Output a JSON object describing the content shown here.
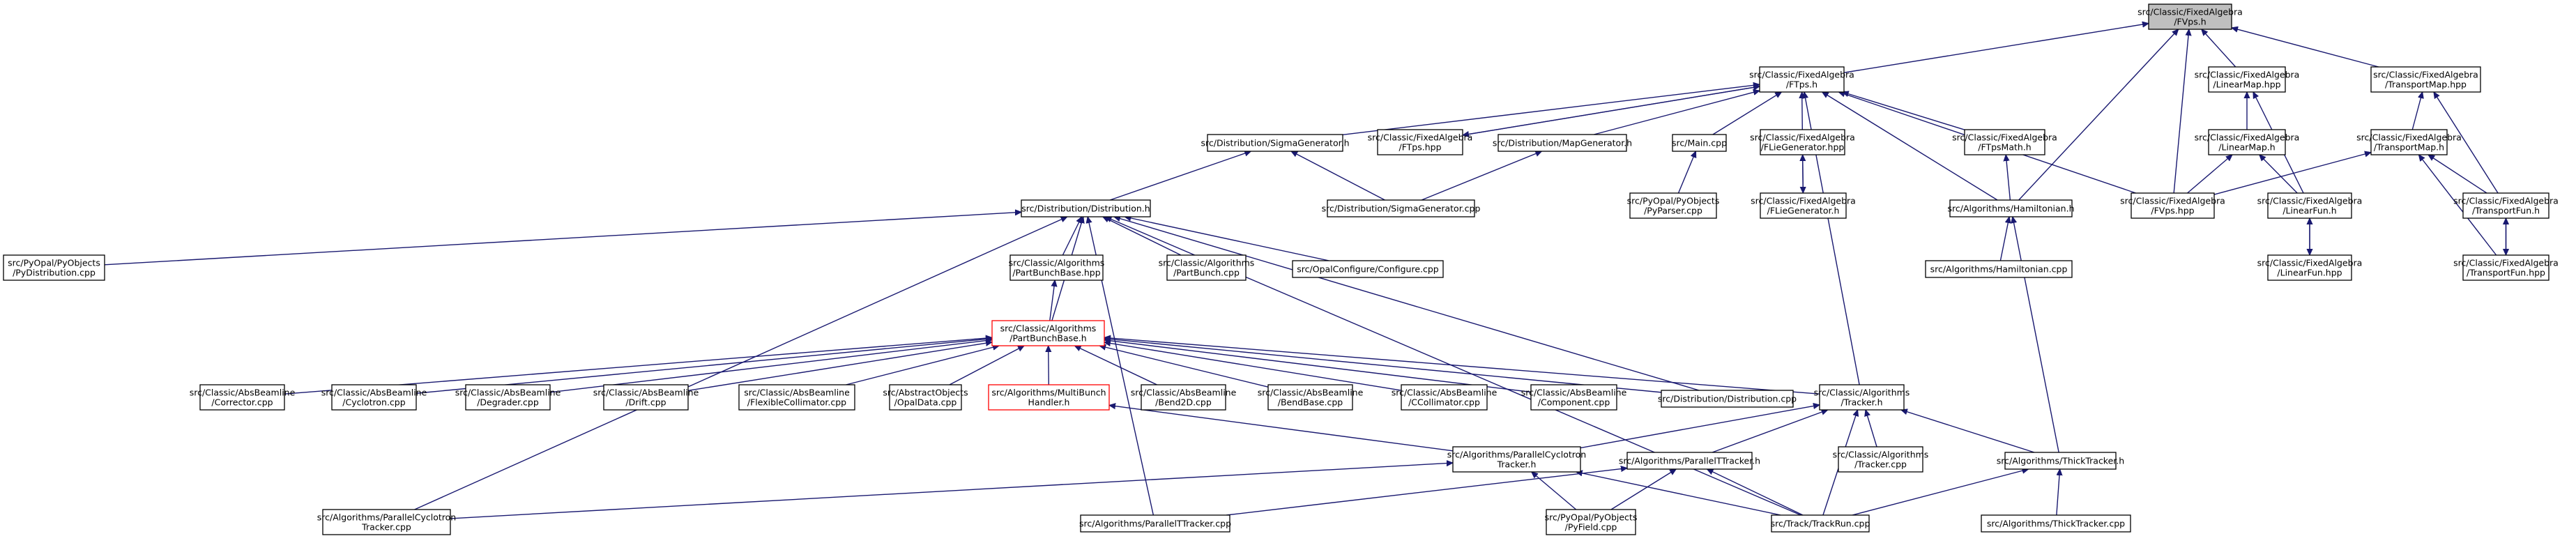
{
  "graph": {
    "nodes": [
      {
        "id": "fvps_h",
        "lines": [
          "src/Classic/FixedAlgebra",
          "/FVps.h"
        ],
        "root": true
      },
      {
        "id": "ftps_h",
        "lines": [
          "src/Classic/FixedAlgebra",
          "/FTps.h"
        ]
      },
      {
        "id": "linearmap_hpp",
        "lines": [
          "src/Classic/FixedAlgebra",
          "/LinearMap.hpp"
        ]
      },
      {
        "id": "transportmap_hpp",
        "lines": [
          "src/Classic/FixedAlgebra",
          "/TransportMap.hpp"
        ]
      },
      {
        "id": "sigmagen_h",
        "lines": [
          "src/Distribution/SigmaGenerator.h"
        ]
      },
      {
        "id": "ftps_hpp",
        "lines": [
          "src/Classic/FixedAlgebra",
          "/FTps.hpp"
        ]
      },
      {
        "id": "mapgen_h",
        "lines": [
          "src/Distribution/MapGenerator.h"
        ]
      },
      {
        "id": "main_cpp",
        "lines": [
          "src/Main.cpp"
        ]
      },
      {
        "id": "fliegen_hpp",
        "lines": [
          "src/Classic/FixedAlgebra",
          "/FLieGenerator.hpp"
        ]
      },
      {
        "id": "ftpsmath_h",
        "lines": [
          "src/Classic/FixedAlgebra",
          "/FTpsMath.h"
        ]
      },
      {
        "id": "linearmap_h",
        "lines": [
          "src/Classic/FixedAlgebra",
          "/LinearMap.h"
        ]
      },
      {
        "id": "transportmap_h",
        "lines": [
          "src/Classic/FixedAlgebra",
          "/TransportMap.h"
        ]
      },
      {
        "id": "distribution_h",
        "lines": [
          "src/Distribution/Distribution.h"
        ]
      },
      {
        "id": "sigmagen_cpp",
        "lines": [
          "src/Distribution/SigmaGenerator.cpp"
        ]
      },
      {
        "id": "pyparser_cpp",
        "lines": [
          "src/PyOpal/PyObjects",
          "/PyParser.cpp"
        ]
      },
      {
        "id": "fliegen_h",
        "lines": [
          "src/Classic/FixedAlgebra",
          "/FLieGenerator.h"
        ]
      },
      {
        "id": "hamiltonian_h",
        "lines": [
          "src/Algorithms/Hamiltonian.h"
        ]
      },
      {
        "id": "fvps_hpp",
        "lines": [
          "src/Classic/FixedAlgebra",
          "/FVps.hpp"
        ]
      },
      {
        "id": "linearfun_h",
        "lines": [
          "src/Classic/FixedAlgebra",
          "/LinearFun.h"
        ]
      },
      {
        "id": "transportfun_h",
        "lines": [
          "src/Classic/FixedAlgebra",
          "/TransportFun.h"
        ]
      },
      {
        "id": "pydistribution_cpp",
        "lines": [
          "src/PyOpal/PyObjects",
          "/PyDistribution.cpp"
        ]
      },
      {
        "id": "partbunchbase_hpp",
        "lines": [
          "src/Classic/Algorithms",
          "/PartBunchBase.hpp"
        ]
      },
      {
        "id": "partbunch_cpp",
        "lines": [
          "src/Classic/Algorithms",
          "/PartBunch.cpp"
        ]
      },
      {
        "id": "configure_cpp",
        "lines": [
          "src/OpalConfigure/Configure.cpp"
        ]
      },
      {
        "id": "hamiltonian_cpp",
        "lines": [
          "src/Algorithms/Hamiltonian.cpp"
        ]
      },
      {
        "id": "linearfun_hpp",
        "lines": [
          "src/Classic/FixedAlgebra",
          "/LinearFun.hpp"
        ]
      },
      {
        "id": "transportfun_hpp",
        "lines": [
          "src/Classic/FixedAlgebra",
          "/TransportFun.hpp"
        ]
      },
      {
        "id": "partbunchbase_h",
        "lines": [
          "src/Classic/Algorithms",
          "/PartBunchBase.h"
        ],
        "red": true
      },
      {
        "id": "corrector_cpp",
        "lines": [
          "src/Classic/AbsBeamline",
          "/Corrector.cpp"
        ]
      },
      {
        "id": "cyclotron_cpp",
        "lines": [
          "src/Classic/AbsBeamline",
          "/Cyclotron.cpp"
        ]
      },
      {
        "id": "degrader_cpp",
        "lines": [
          "src/Classic/AbsBeamline",
          "/Degrader.cpp"
        ]
      },
      {
        "id": "drift_cpp",
        "lines": [
          "src/Classic/AbsBeamline",
          "/Drift.cpp"
        ]
      },
      {
        "id": "flexcoll_cpp",
        "lines": [
          "src/Classic/AbsBeamline",
          "/FlexibleCollimator.cpp"
        ]
      },
      {
        "id": "opaldata_cpp",
        "lines": [
          "src/AbstractObjects",
          "/OpalData.cpp"
        ]
      },
      {
        "id": "multibunch_h",
        "lines": [
          "src/Algorithms/MultiBunch",
          "Handler.h"
        ],
        "red": true
      },
      {
        "id": "bend2d_cpp",
        "lines": [
          "src/Classic/AbsBeamline",
          "/Bend2D.cpp"
        ]
      },
      {
        "id": "bendbase_cpp",
        "lines": [
          "src/Classic/AbsBeamline",
          "/BendBase.cpp"
        ]
      },
      {
        "id": "ccollimator_cpp",
        "lines": [
          "src/Classic/AbsBeamline",
          "/CCollimator.cpp"
        ]
      },
      {
        "id": "component_cpp",
        "lines": [
          "src/Classic/AbsBeamline",
          "/Component.cpp"
        ]
      },
      {
        "id": "distribution_cpp",
        "lines": [
          "src/Distribution/Distribution.cpp"
        ]
      },
      {
        "id": "tracker_h",
        "lines": [
          "src/Classic/Algorithms",
          "/Tracker.h"
        ]
      },
      {
        "id": "paracyc_h",
        "lines": [
          "src/Algorithms/ParallelCyclotron",
          "Tracker.h"
        ]
      },
      {
        "id": "parat_h",
        "lines": [
          "src/Algorithms/ParallelTTracker.h"
        ]
      },
      {
        "id": "tracker_cpp",
        "lines": [
          "src/Classic/Algorithms",
          "/Tracker.cpp"
        ]
      },
      {
        "id": "thicktracker_h",
        "lines": [
          "src/Algorithms/ThickTracker.h"
        ]
      },
      {
        "id": "paracyc_cpp",
        "lines": [
          "src/Algorithms/ParallelCyclotron",
          "Tracker.cpp"
        ]
      },
      {
        "id": "parat_cpp",
        "lines": [
          "src/Algorithms/ParallelTTracker.cpp"
        ]
      },
      {
        "id": "pyfield_cpp",
        "lines": [
          "src/PyOpal/PyObjects",
          "/PyField.cpp"
        ]
      },
      {
        "id": "trackrun_cpp",
        "lines": [
          "src/Track/TrackRun.cpp"
        ]
      },
      {
        "id": "thicktracker_cpp",
        "lines": [
          "src/Algorithms/ThickTracker.cpp"
        ]
      }
    ],
    "edges": [
      [
        "ftps_h",
        "fvps_h"
      ],
      [
        "linearmap_hpp",
        "fvps_h"
      ],
      [
        "transportmap_hpp",
        "fvps_h"
      ],
      [
        "fvps_hpp",
        "fvps_h"
      ],
      [
        "hamiltonian_h",
        "fvps_h"
      ],
      [
        "sigmagen_h",
        "ftps_h"
      ],
      [
        "ftps_hpp",
        "ftps_h"
      ],
      [
        "mapgen_h",
        "ftps_h"
      ],
      [
        "main_cpp",
        "ftps_h"
      ],
      [
        "fliegen_hpp",
        "ftps_h"
      ],
      [
        "ftpsmath_h",
        "ftps_h"
      ],
      [
        "hamiltonian_h",
        "ftps_h"
      ],
      [
        "fvps_hpp",
        "ftps_h"
      ],
      [
        "tracker_h",
        "ftps_h"
      ],
      [
        "ftps_h",
        "ftps_hpp"
      ],
      [
        "linearmap_h",
        "linearmap_hpp"
      ],
      [
        "linearfun_h",
        "linearmap_hpp"
      ],
      [
        "transportmap_h",
        "transportmap_hpp"
      ],
      [
        "transportfun_h",
        "transportmap_hpp"
      ],
      [
        "distribution_h",
        "sigmagen_h"
      ],
      [
        "sigmagen_cpp",
        "sigmagen_h"
      ],
      [
        "sigmagen_cpp",
        "mapgen_h"
      ],
      [
        "pyparser_cpp",
        "main_cpp"
      ],
      [
        "fliegen_h",
        "fliegen_hpp"
      ],
      [
        "fliegen_hpp",
        "fliegen_h"
      ],
      [
        "hamiltonian_h",
        "ftpsmath_h"
      ],
      [
        "fvps_hpp",
        "linearmap_h"
      ],
      [
        "linearfun_h",
        "linearmap_h"
      ],
      [
        "fvps_hpp",
        "transportmap_h"
      ],
      [
        "transportfun_h",
        "transportmap_h"
      ],
      [
        "transportfun_hpp",
        "transportmap_h"
      ],
      [
        "linearfun_hpp",
        "linearfun_h"
      ],
      [
        "linearfun_h",
        "linearfun_hpp"
      ],
      [
        "transportfun_hpp",
        "transportfun_h"
      ],
      [
        "transportfun_h",
        "transportfun_hpp"
      ],
      [
        "hamiltonian_cpp",
        "hamiltonian_h"
      ],
      [
        "thicktracker_h",
        "hamiltonian_h"
      ],
      [
        "pydistribution_cpp",
        "distribution_h"
      ],
      [
        "partbunchbase_hpp",
        "distribution_h"
      ],
      [
        "partbunch_cpp",
        "distribution_h"
      ],
      [
        "configure_cpp",
        "distribution_h"
      ],
      [
        "partbunchbase_h",
        "distribution_h"
      ],
      [
        "distribution_cpp",
        "distribution_h"
      ],
      [
        "paracyc_cpp",
        "distribution_h"
      ],
      [
        "parat_cpp",
        "distribution_h"
      ],
      [
        "trackrun_cpp",
        "distribution_h"
      ],
      [
        "partbunchbase_h",
        "partbunchbase_hpp"
      ],
      [
        "corrector_cpp",
        "partbunchbase_h"
      ],
      [
        "cyclotron_cpp",
        "partbunchbase_h"
      ],
      [
        "degrader_cpp",
        "partbunchbase_h"
      ],
      [
        "drift_cpp",
        "partbunchbase_h"
      ],
      [
        "flexcoll_cpp",
        "partbunchbase_h"
      ],
      [
        "opaldata_cpp",
        "partbunchbase_h"
      ],
      [
        "multibunch_h",
        "partbunchbase_h"
      ],
      [
        "bend2d_cpp",
        "partbunchbase_h"
      ],
      [
        "bendbase_cpp",
        "partbunchbase_h"
      ],
      [
        "ccollimator_cpp",
        "partbunchbase_h"
      ],
      [
        "component_cpp",
        "partbunchbase_h"
      ],
      [
        "distribution_cpp",
        "partbunchbase_h"
      ],
      [
        "tracker_h",
        "partbunchbase_h"
      ],
      [
        "paracyc_h",
        "multibunch_h"
      ],
      [
        "paracyc_h",
        "tracker_h"
      ],
      [
        "parat_h",
        "tracker_h"
      ],
      [
        "tracker_cpp",
        "tracker_h"
      ],
      [
        "thicktracker_h",
        "tracker_h"
      ],
      [
        "trackrun_cpp",
        "tracker_h"
      ],
      [
        "paracyc_cpp",
        "paracyc_h"
      ],
      [
        "trackrun_cpp",
        "paracyc_h"
      ],
      [
        "pyfield_cpp",
        "paracyc_h"
      ],
      [
        "parat_cpp",
        "parat_h"
      ],
      [
        "pyfield_cpp",
        "parat_h"
      ],
      [
        "trackrun_cpp",
        "parat_h"
      ],
      [
        "trackrun_cpp",
        "thicktracker_h"
      ],
      [
        "thicktracker_cpp",
        "thicktracker_h"
      ]
    ]
  }
}
